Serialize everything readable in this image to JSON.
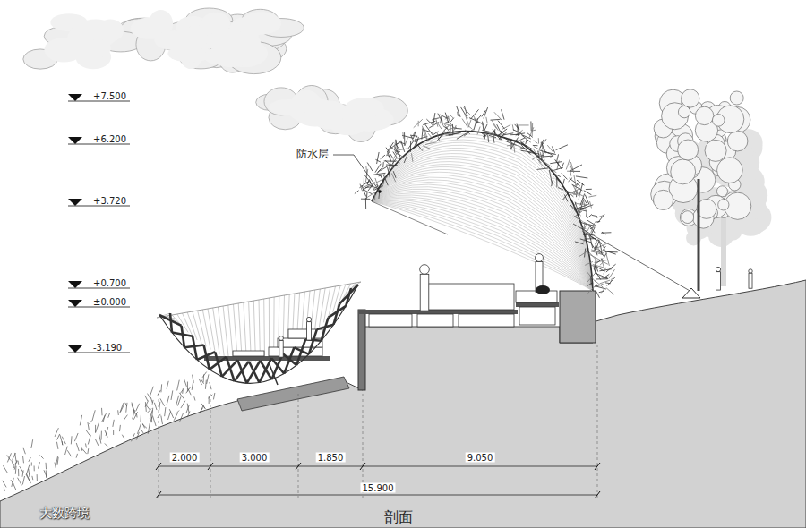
{
  "diagram": {
    "caption": "剖面",
    "labels": [
      "+7.500",
      "+6.200",
      "+3.720",
      "+0.700",
      "±0.000",
      "-3.190",
      "防水层",
      "2.000",
      "3.000",
      "1.850",
      "9.050",
      "15.900",
      "大数跨境"
    ]
  }
}
